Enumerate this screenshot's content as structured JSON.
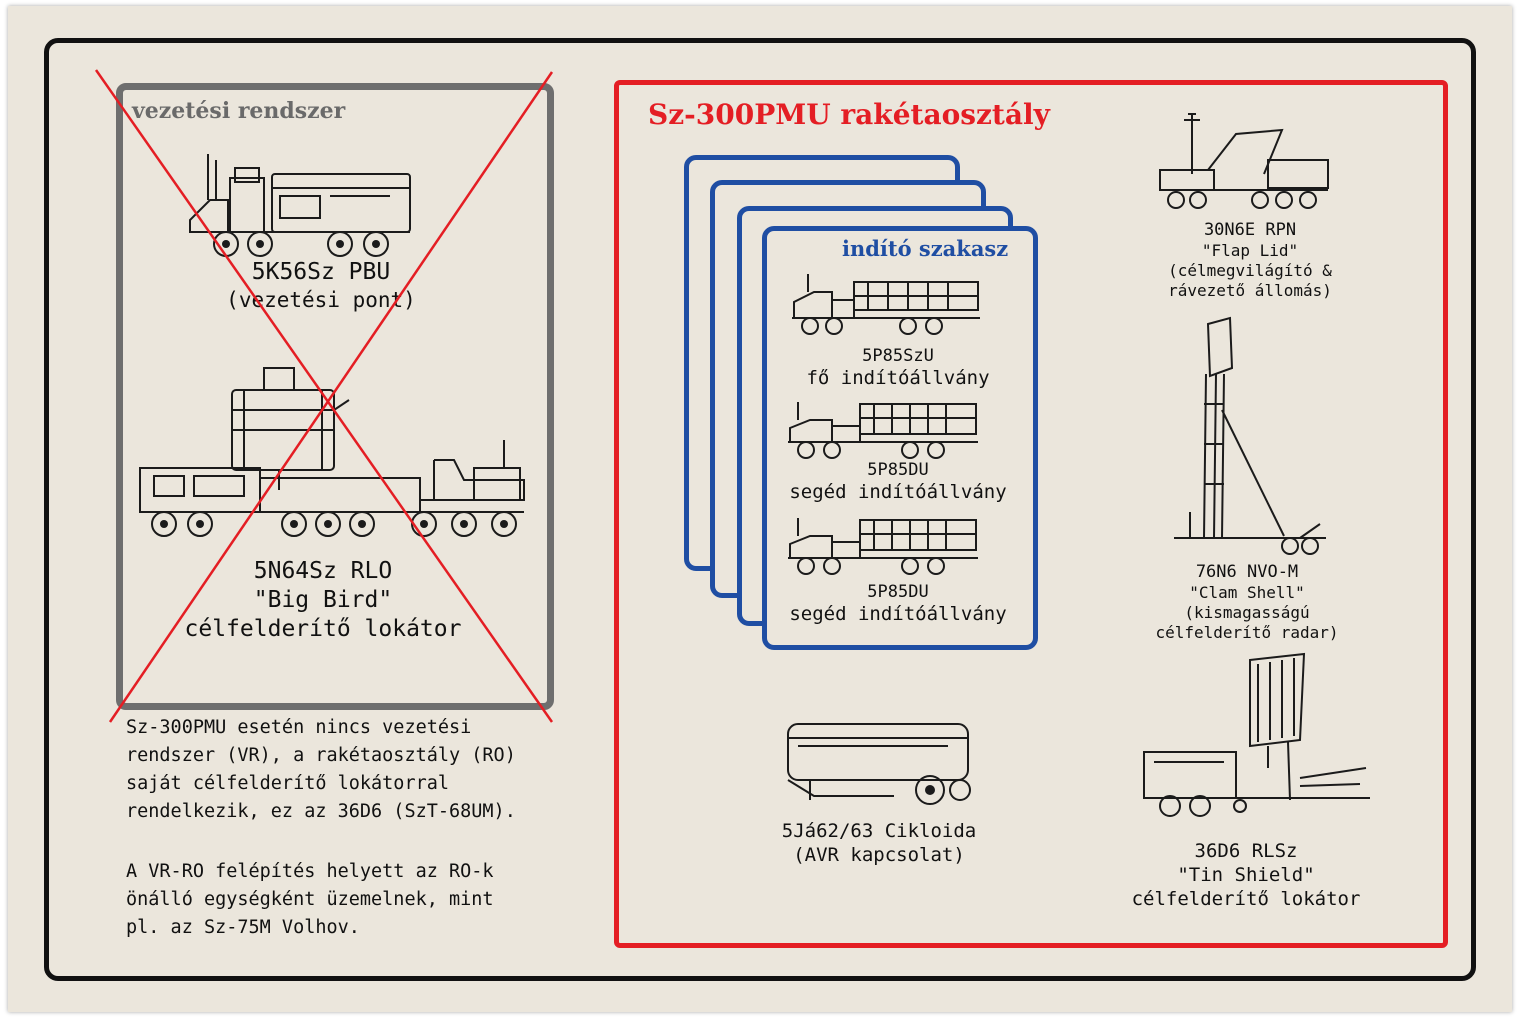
{
  "vr_section": {
    "title": "vezetési rendszer",
    "items": [
      {
        "lines": [
          "5K56Sz PBU",
          "(vezetési pont)"
        ]
      },
      {
        "lines": [
          "5N64Sz RLO",
          "\"Big Bird\"",
          "célfelderítő lokátor"
        ]
      }
    ]
  },
  "note": {
    "para1": [
      "Sz-300PMU esetén nincs vezetési",
      "rendszer (VR), a rakétaosztály (RO)",
      "saját célfelderítő lokátorral",
      "rendelkezik, ez az 36D6 (SzT-68UM)."
    ],
    "para2": [
      "A VR-RO felépítés helyett az RO-k",
      "önálló egységként üzemelnek, mint",
      "pl. az Sz-75M Volhov."
    ]
  },
  "ro_section": {
    "title": "Sz-300PMU rakétaosztály",
    "launcher_group": {
      "title": "indító szakasz",
      "items": [
        {
          "lines": [
            "5P85SzU",
            "fő indítóállvány"
          ]
        },
        {
          "lines": [
            "5P85DU",
            "segéd indítóállvány"
          ]
        },
        {
          "lines": [
            "5P85DU",
            "segéd indítóállvány"
          ]
        }
      ]
    },
    "avr": {
      "lines": [
        "5Já62/63 Cikloida",
        "(AVR kapcsolat)"
      ]
    },
    "radars": [
      {
        "lines": [
          "30N6E RPN",
          "\"Flap Lid\"",
          "(célmegvilágító &",
          "rávezető állomás)"
        ]
      },
      {
        "lines": [
          "76N6 NVO-M",
          "\"Clam Shell\"",
          "(kismagasságú",
          "célfelderítő radar)"
        ]
      },
      {
        "lines": [
          "36D6 RLSz",
          "\"Tin Shield\"",
          "célfelderítő lokátor"
        ]
      }
    ]
  },
  "colors": {
    "vr_gray": "#6e6e6e",
    "ro_red": "#e41e24",
    "launcher_blue": "#1f4ea3",
    "paper": "#ebe6dc"
  }
}
